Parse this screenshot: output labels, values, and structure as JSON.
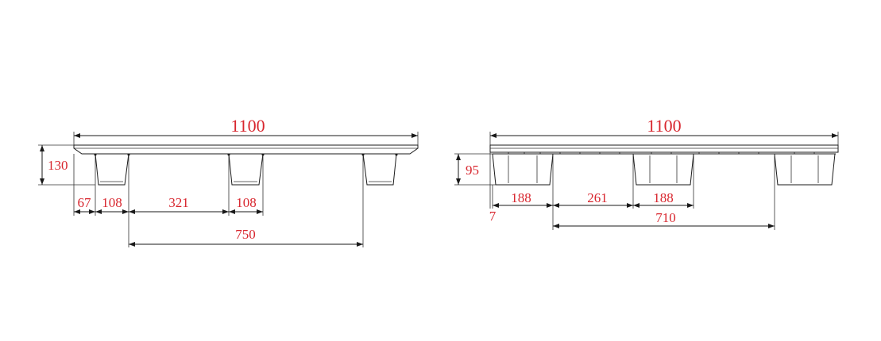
{
  "views": [
    {
      "id": "left",
      "dimensions": {
        "overall_width": "1100",
        "height": "130",
        "offset": "67",
        "block_width_1": "108",
        "gap": "321",
        "block_width_2": "108",
        "span": "750"
      }
    },
    {
      "id": "right",
      "dimensions": {
        "overall_width": "1100",
        "height": "95",
        "offset": "7",
        "block_width_1": "188",
        "gap": "261",
        "block_width_2": "188",
        "span": "710"
      }
    }
  ],
  "colors": {
    "dimension_text": "#d8262e",
    "lines": "#1a1a1a"
  }
}
